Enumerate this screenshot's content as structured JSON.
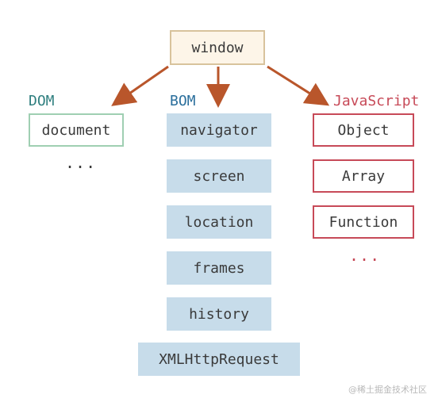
{
  "root": {
    "label": "window"
  },
  "groups": {
    "dom": {
      "label": "DOM",
      "color": "#2f7f7f",
      "items": [
        "document"
      ],
      "more": "..."
    },
    "bom": {
      "label": "BOM",
      "color": "#2b6f9c",
      "items": [
        "navigator",
        "screen",
        "location",
        "frames",
        "history",
        "XMLHttpRequest"
      ]
    },
    "js": {
      "label": "JavaScript",
      "color": "#c74a58",
      "items": [
        "Object",
        "Array",
        "Function"
      ],
      "more": "..."
    }
  },
  "colors": {
    "arrow": "#b9562b",
    "window_border": "#d8c39c",
    "window_fill": "#fdf5e8",
    "dom_border": "#9fcfb2",
    "bom_fill": "#c7dcea",
    "js_border": "#c74a58"
  },
  "watermark": "@稀土掘金技术社区"
}
